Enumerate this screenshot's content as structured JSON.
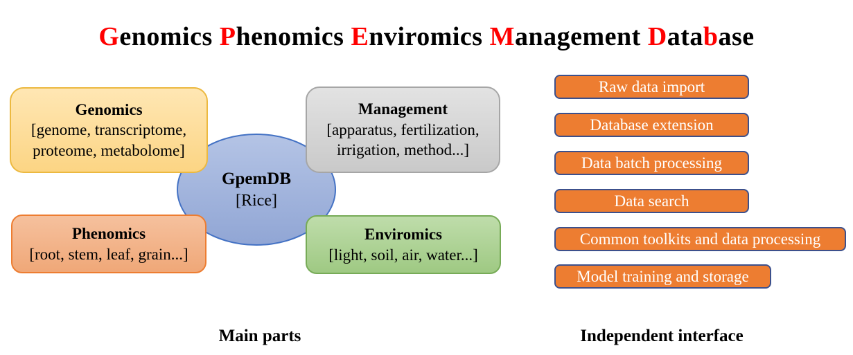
{
  "title": {
    "full_text": "Genomics Phenomics Enviromics Management Database",
    "parts": [
      {
        "text": "G",
        "accent": true
      },
      {
        "text": "enomics "
      },
      {
        "text": "P",
        "accent": true
      },
      {
        "text": "henomics "
      },
      {
        "text": "E",
        "accent": true
      },
      {
        "text": "nviromics "
      },
      {
        "text": "M",
        "accent": true
      },
      {
        "text": "anagement "
      },
      {
        "text": "D",
        "accent": true
      },
      {
        "text": "ata"
      },
      {
        "text": "b",
        "accent": true
      },
      {
        "text": "ase"
      }
    ]
  },
  "main_parts": {
    "center": {
      "title": "GpemDB",
      "subtitle": "[Rice]"
    },
    "boxes": [
      {
        "id": "genomics",
        "title": "Genomics",
        "detail": "[genome, transcriptome, proteome, metabolome]"
      },
      {
        "id": "management",
        "title": "Management",
        "detail": "[apparatus, fertilization, irrigation, method...]"
      },
      {
        "id": "phenomics",
        "title": "Phenomics",
        "detail": "[root, stem, leaf, grain...]"
      },
      {
        "id": "enviromics",
        "title": "Enviromics",
        "detail": "[light, soil, air, water...]"
      }
    ]
  },
  "interface": {
    "buttons": [
      {
        "label": "Raw data import"
      },
      {
        "label": "Database extension"
      },
      {
        "label": "Data batch processing"
      },
      {
        "label": "Data search"
      },
      {
        "label": "Common toolkits and data processing"
      },
      {
        "label": "Model training and storage"
      }
    ]
  },
  "captions": {
    "main_parts": "Main parts",
    "independent_interface": "Independent interface"
  },
  "colors": {
    "title_accent": "#FF0000",
    "genomics_fill": "#FFDC93",
    "genomics_border": "#ECB940",
    "management_fill": "#D6D6D6",
    "management_border": "#A6A6A6",
    "phenomics_fill": "#F3AF82",
    "phenomics_border": "#ED7D31",
    "enviromics_fill": "#A9D18E",
    "enviromics_border": "#77AB57",
    "center_fill": "#9FB3DE",
    "center_border": "#4472C4",
    "button_fill": "#ED7D31",
    "button_border": "#3C508C",
    "button_text": "#FFFFFF"
  }
}
